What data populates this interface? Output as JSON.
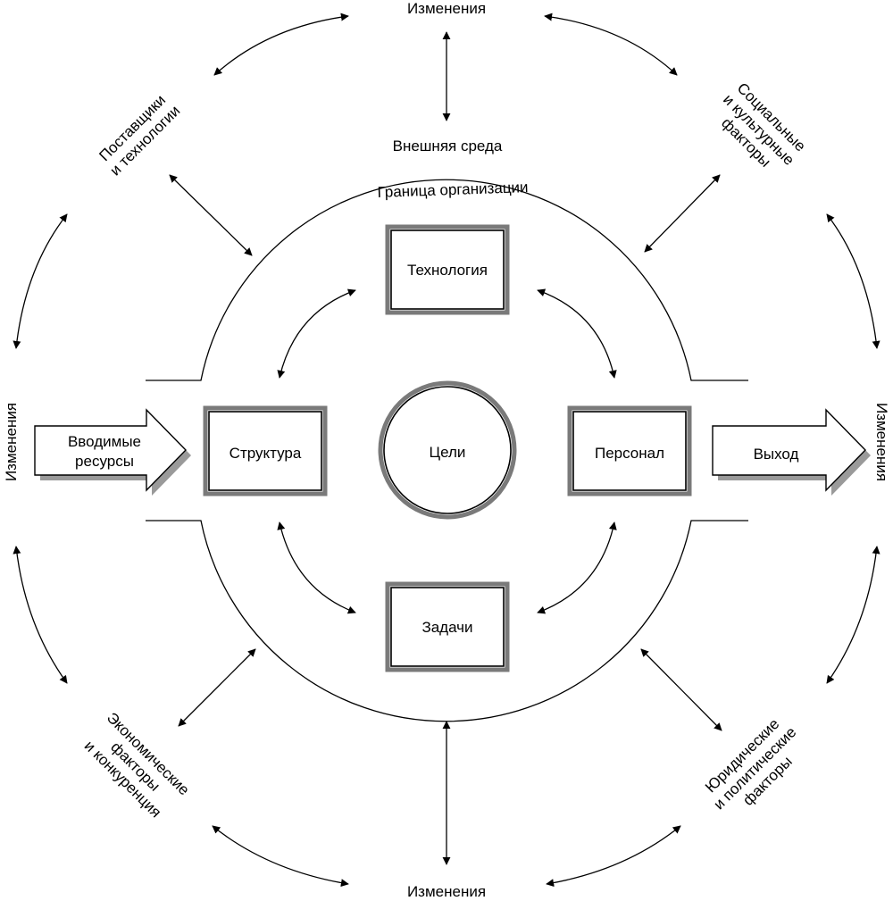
{
  "changes": {
    "top": "Изменения",
    "bottom": "Изменения",
    "left": "Изменения",
    "right": "Изменения"
  },
  "environment": {
    "external": "Внешняя среда",
    "boundary": "Граница организации"
  },
  "factors": {
    "suppliers": [
      "Поставщики",
      "и технологии"
    ],
    "social": [
      "Социальные",
      "и культурные",
      "факторы"
    ],
    "economic": [
      "Экономические",
      "факторы",
      "и конкуренция"
    ],
    "legal": [
      "Юридические",
      "и политические",
      "факторы"
    ]
  },
  "flow": {
    "input": [
      "Вводимые",
      "ресурсы"
    ],
    "output": "Выход"
  },
  "elements": {
    "technology": "Технология",
    "structure": "Структура",
    "goals": "Цели",
    "personnel": "Персонал",
    "tasks": "Задачи"
  },
  "colors": {
    "line": "#000000",
    "box_frame": "#7a7a7a",
    "shadow": "#9a9a9a"
  }
}
